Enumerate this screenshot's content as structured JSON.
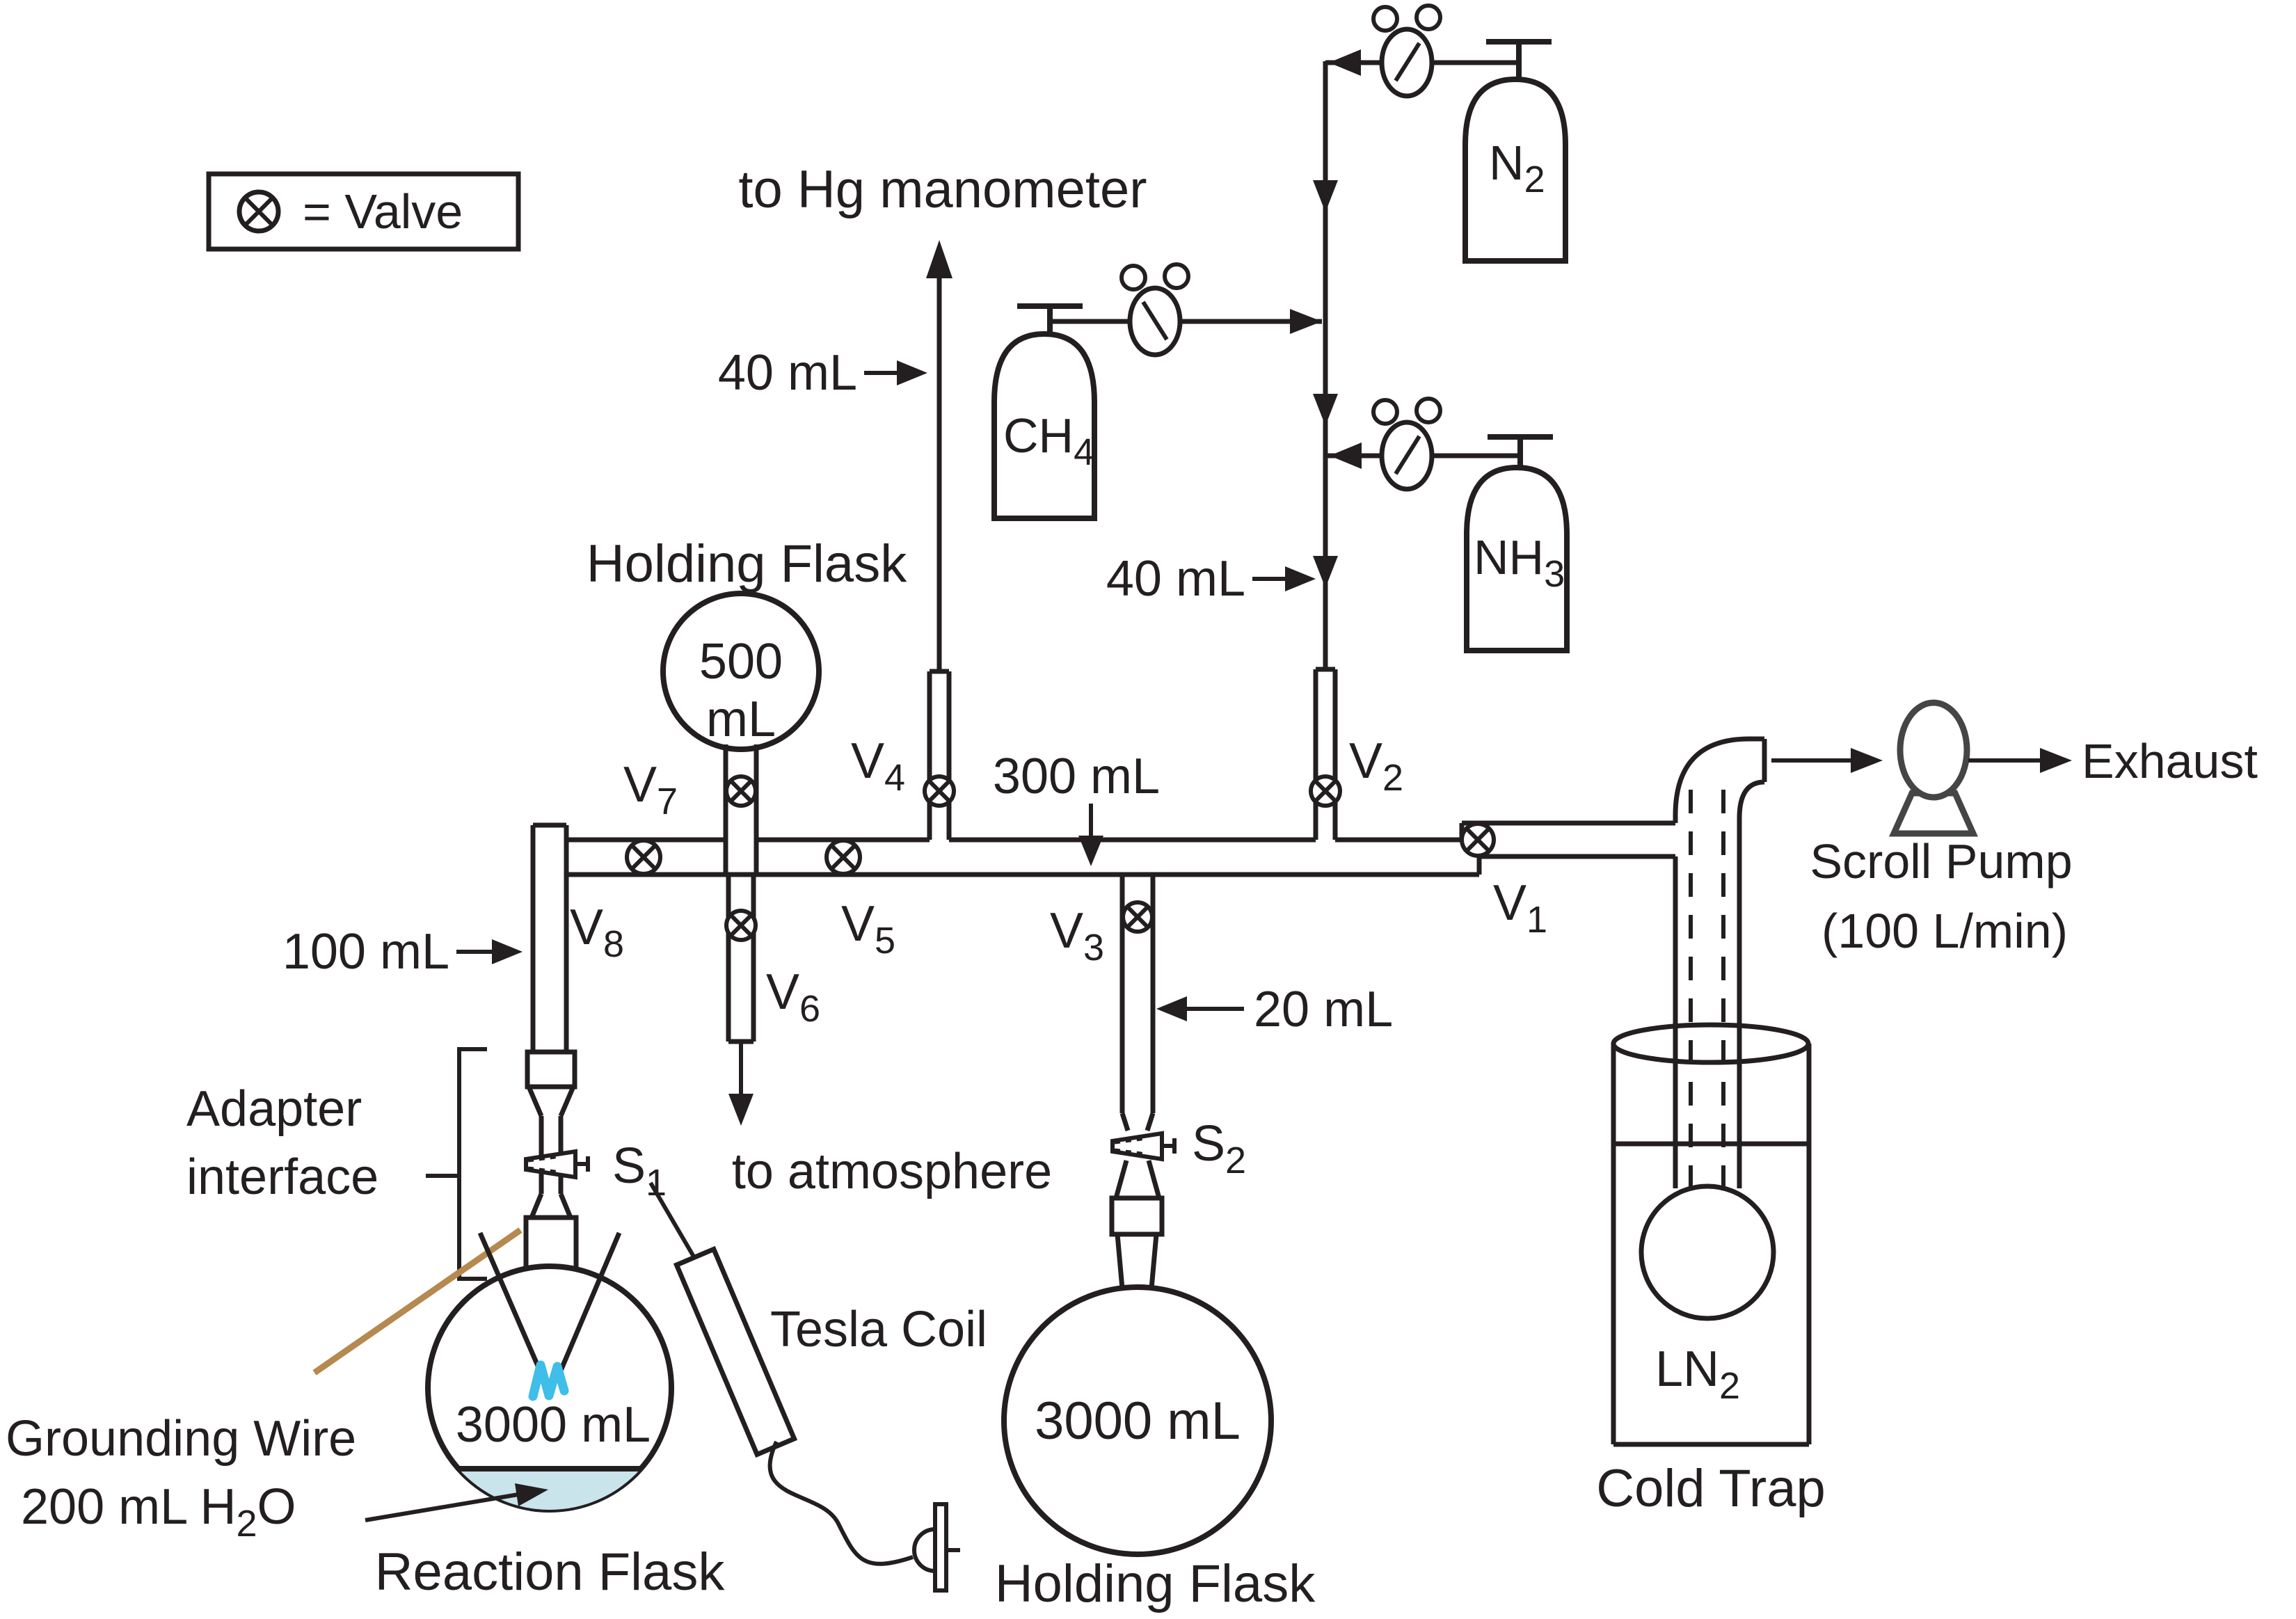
{
  "legend": {
    "text": "=  Valve"
  },
  "labels": {
    "to_hg_manometer": "to Hg manometer",
    "vol_40_manometer": "40 mL",
    "vol_40_gas": "40 mL",
    "vol_300": "300 mL",
    "vol_100": "100 mL",
    "vol_20": "20 mL",
    "to_atmosphere": "to atmosphere",
    "adapter_line1": "Adapter",
    "adapter_line2": "interface",
    "grounding_wire": "Grounding Wire",
    "tesla_coil": "Tesla Coil",
    "reaction_flask_title": "Reaction Flask",
    "reaction_flask_capacity": "3000 mL",
    "water_amount": {
      "base": "200 mL H",
      "sub": "2",
      "tail": "O"
    },
    "holding_flask_top_title": "Holding Flask",
    "holding_flask_top_cap1": "500",
    "holding_flask_top_cap2": "mL",
    "holding_flask_bottom_title": "Holding Flask",
    "holding_flask_bottom_capacity": "3000 mL",
    "scroll_pump_line1": "Scroll Pump",
    "scroll_pump_line2": "(100 L/min)",
    "exhaust": "Exhaust",
    "cold_trap": "Cold Trap",
    "ln2": {
      "base": "LN",
      "sub": "2"
    }
  },
  "gases": {
    "n2": {
      "base": "N",
      "sub": "2"
    },
    "ch4": {
      "base": "CH",
      "sub": "4"
    },
    "nh3": {
      "base": "NH",
      "sub": "3"
    }
  },
  "valves": {
    "v1": {
      "base": "V",
      "sub": "1"
    },
    "v2": {
      "base": "V",
      "sub": "2"
    },
    "v3": {
      "base": "V",
      "sub": "3"
    },
    "v4": {
      "base": "V",
      "sub": "4"
    },
    "v5": {
      "base": "V",
      "sub": "5"
    },
    "v6": {
      "base": "V",
      "sub": "6"
    },
    "v7": {
      "base": "V",
      "sub": "7"
    },
    "v8": {
      "base": "V",
      "sub": "8"
    },
    "s1": {
      "base": "S",
      "sub": "1"
    },
    "s2": {
      "base": "S",
      "sub": "2"
    }
  },
  "colors": {
    "water": "#c9e4ea",
    "spark": "#3ebee8",
    "wire": "#b5894f",
    "pump": "#454545"
  }
}
